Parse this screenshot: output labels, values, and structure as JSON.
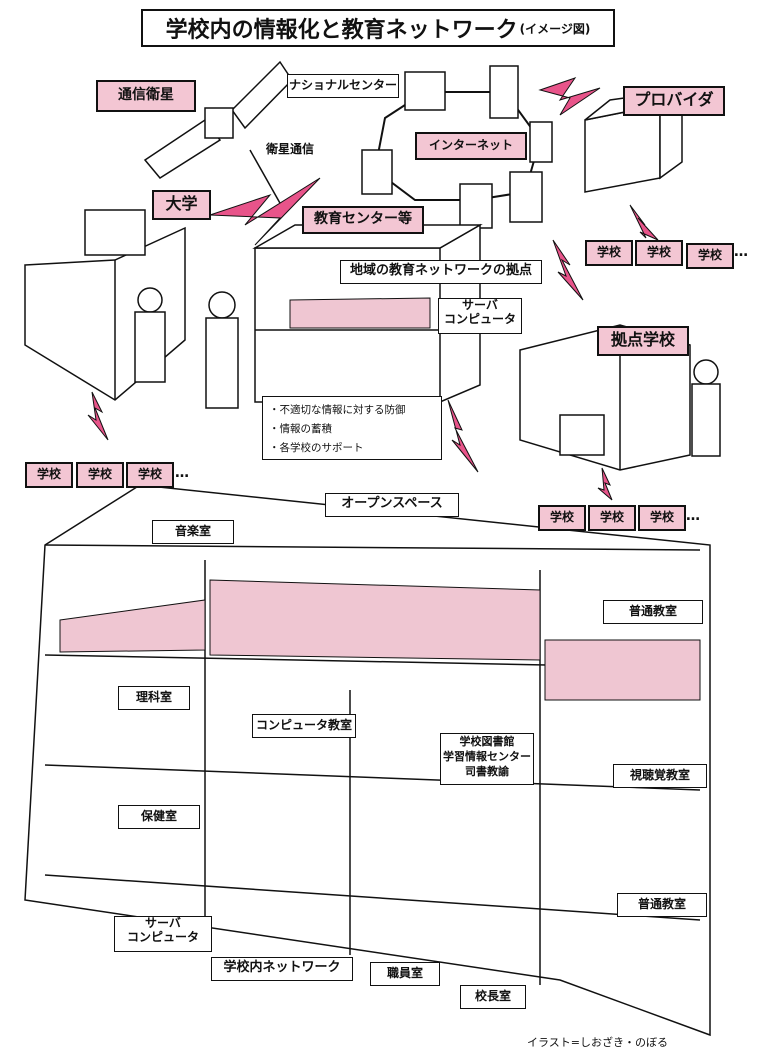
{
  "title": {
    "main": "学校内の情報化と教育ネットワーク",
    "sub": "(イメージ図)"
  },
  "network": {
    "satellite": "通信衛星",
    "satellite_link": "衛星通信",
    "national_center": "ナショナルセンター",
    "internet": "インターネット",
    "provider": "プロバイダ",
    "university": "大学",
    "education_center": "教育センター等",
    "regional_hub": "地域の教育ネットワークの拠点",
    "server_computer": "サーバ\nコンピュータ",
    "hub_school": "拠点学校"
  },
  "center_features": [
    "・不適切な情報に対する防御",
    "・情報の蓄積",
    "・各学校のサポート"
  ],
  "school_tags": {
    "label": "学校",
    "ellipsis": "…"
  },
  "building": {
    "open_space": "オープンスペース",
    "music_room": "音楽室",
    "general_classroom_1": "普通教室",
    "science_room": "理科室",
    "computer_room": "コンピュータ教室",
    "library": "学校図書館\n学習情報センター\n司書教諭",
    "av_room": "視聴覚教室",
    "health_room": "保健室",
    "general_classroom_2": "普通教室",
    "school_server": "サーバ\nコンピュータ",
    "school_network": "学校内ネットワーク",
    "staff_room": "職員室",
    "principal_room": "校長室"
  },
  "credit": "イラスト=しおざき・のぼる"
}
